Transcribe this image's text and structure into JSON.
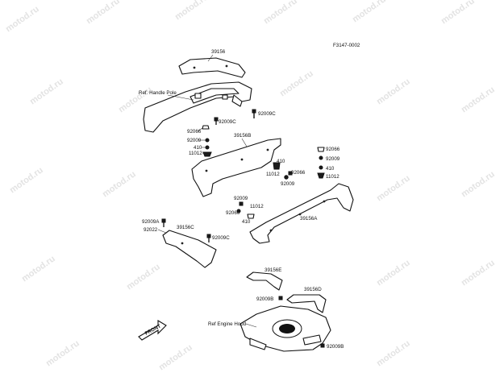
{
  "diagram": {
    "figure_code": "F3147-0002",
    "watermark": "motod.ru",
    "front_label": "FRONT",
    "reference_labels": {
      "handle_pole": "Ref. Handle Pole",
      "engine_hood": "Ref Engine Hood"
    },
    "part_labels": {
      "p39156": "39156",
      "p92009c_top": "92009C",
      "p92066_left": "92066",
      "p92009_left": "92009",
      "p410_left": "410",
      "p11012_left": "11012",
      "p39156b": "39156B",
      "p410_mid": "410",
      "p11012_mid": "11012",
      "p92066_mid": "92066",
      "p92009_mid": "92009",
      "p92066_right": "92066",
      "p92009_right": "92009",
      "p410_right": "410",
      "p11012_right": "11012",
      "p92009_low": "92009",
      "p92066_low": "92066",
      "p11012_low": "11012",
      "p410_low": "410",
      "p39156a": "39156A",
      "p92009a": "92009A",
      "p92022": "92022",
      "p39156c": "39156C",
      "p92009c_low": "92009C",
      "p39156e": "39156E",
      "p39156d": "39156D",
      "p92009b_left": "92009B",
      "p92009b_right": "92009B"
    }
  }
}
